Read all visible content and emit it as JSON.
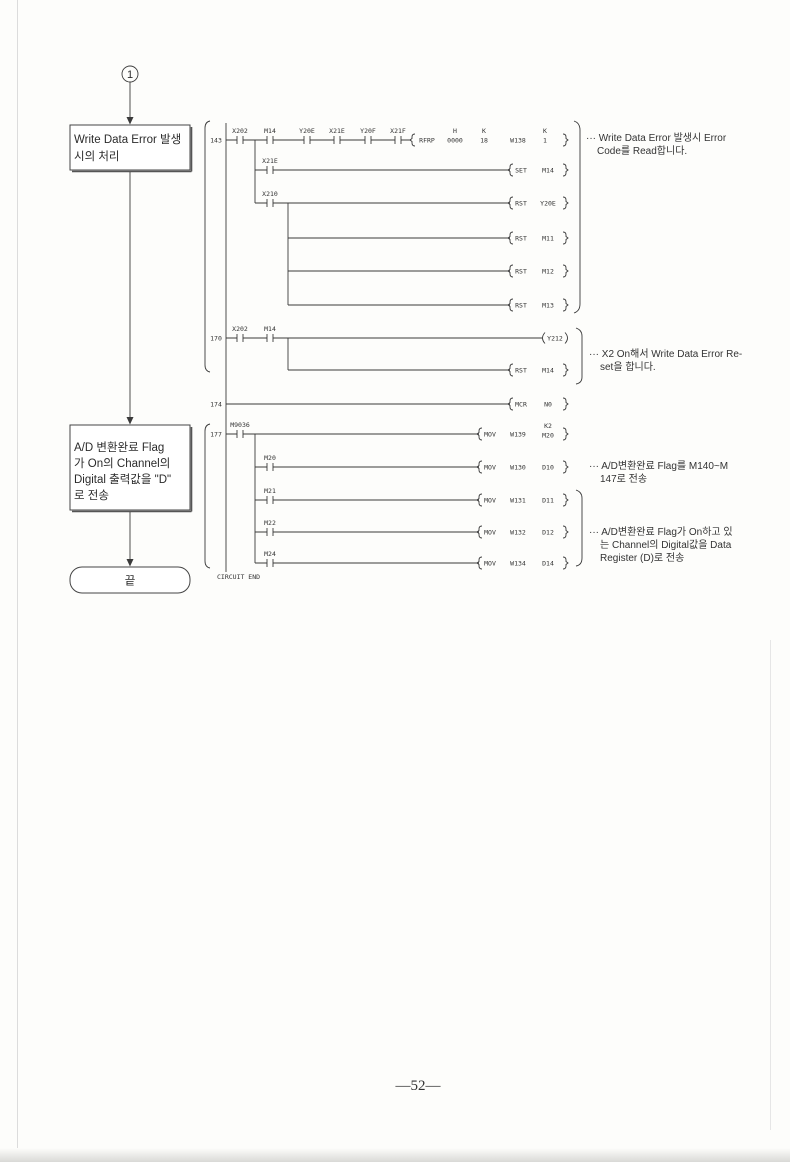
{
  "flowchart": {
    "connector": "1",
    "write_error_box": [
      "Write Data Error 발생",
      "시의 처리"
    ],
    "transfer_box": [
      "A/D 변환완료 Flag",
      "가 On의 Channel의",
      "Digital 출력값을 \"D\"",
      "로 전송"
    ],
    "end_terminal": "끝"
  },
  "ladder": {
    "rung_143": {
      "step": "143",
      "contacts": [
        "X202",
        "M14",
        "Y20E",
        "X21E",
        "Y20F",
        "X21F"
      ],
      "instruction": {
        "op": "RFRP",
        "arg1_prefix": "H",
        "arg1": "0000",
        "arg2_prefix": "K",
        "arg2": "18",
        "arg3": "W138",
        "arg4_prefix": "K",
        "arg4": "1"
      },
      "branches": [
        {
          "contact": "X21E",
          "op": "SET",
          "operand": "M14"
        },
        {
          "contact": "X210",
          "op": "RST",
          "operand": "Y20E"
        },
        {
          "op": "RST",
          "operand": "M11"
        },
        {
          "op": "RST",
          "operand": "M12"
        },
        {
          "op": "RST",
          "operand": "M13"
        }
      ]
    },
    "rung_170": {
      "step": "170",
      "contacts": [
        "X202",
        "M14"
      ],
      "coil": "Y212",
      "branches": [
        {
          "op": "RST",
          "operand": "M14"
        }
      ]
    },
    "rung_174": {
      "step": "174",
      "op": "MCR",
      "operand": "N0"
    },
    "rung_177": {
      "step": "177",
      "contact": "M9036",
      "instruction": {
        "op": "MOV",
        "source": "W139",
        "dest_prefix": "K2",
        "dest": "M20"
      },
      "branches": [
        {
          "contact": "M20",
          "op": "MOV",
          "source": "W130",
          "dest": "D10"
        },
        {
          "contact": "M21",
          "op": "MOV",
          "source": "W131",
          "dest": "D11"
        },
        {
          "contact": "M22",
          "op": "MOV",
          "source": "W132",
          "dest": "D12"
        },
        {
          "contact": "M24",
          "op": "MOV",
          "source": "W134",
          "dest": "D14"
        }
      ]
    },
    "end_label": "CIRCUIT END"
  },
  "comments": [
    [
      "··· Write Data Error 발생시 Error",
      "Code를 Read합니다."
    ],
    [
      "··· X2 On해서 Write Data Error Re-",
      "set을 합니다."
    ],
    [
      "··· A/D변환완료 Flag를 M140~M",
      "147로 전송"
    ],
    [
      "··· A/D변환완료 Flag가 On하고 있",
      "는 Channel의 Digital값을 Data",
      "Register (D)로 전송"
    ]
  ],
  "page_number": "—52—"
}
